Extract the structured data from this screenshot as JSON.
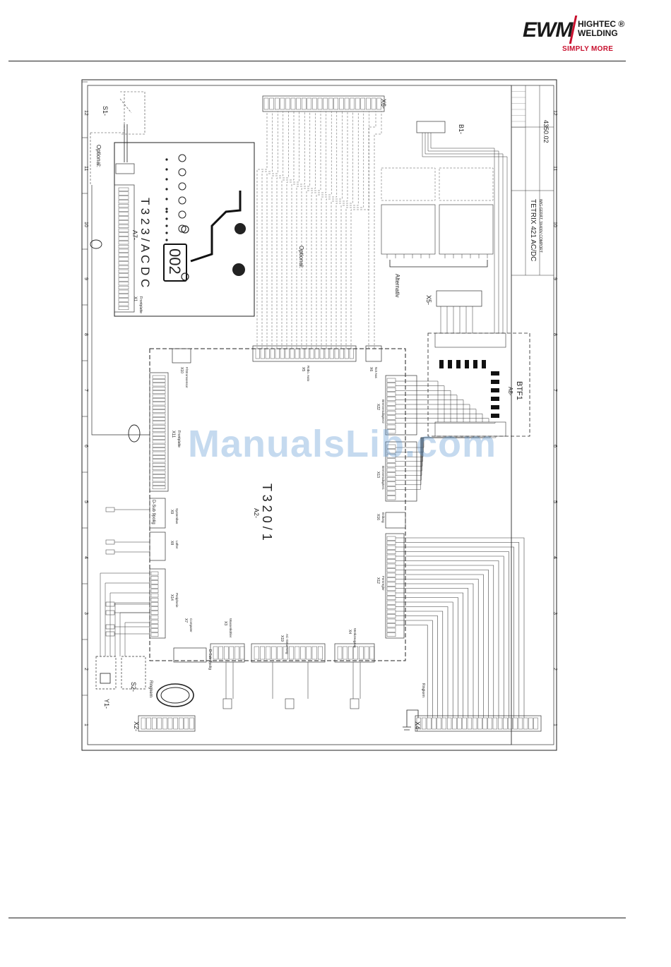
{
  "header": {
    "brand": "EWM",
    "brand_sub1": "HIGHTEC",
    "brand_sub2": "WELDING",
    "registered": "®",
    "tagline": "SIMPLY MORE"
  },
  "watermark": "ManualsLib.com",
  "title_block": {
    "drawing_number": "4350.02",
    "product": "TETRIX 421 AC/DC",
    "product_sub": "WIG-GERÄT, 3X400V COMPORT"
  },
  "labels": {
    "optional_top": "Optional:",
    "optional_mid": "Optional:",
    "alternativ": "Alternativ",
    "ringkern": "Ringkern",
    "a7": "A7-",
    "a7_model": "T 3 2 3 / A C D C",
    "a7_display": "002",
    "a2": "A2-",
    "a2_model": "T 3 2 0 / 1",
    "a8": "A8-",
    "btf1": "BTF1",
    "s1": "S1-",
    "s2": "S2-",
    "y1": "Y1-",
    "b1": "B1-",
    "x1": "X1",
    "x1_sub": "Frontplatte",
    "x11": "X11",
    "x11_sub": "Frontplatte",
    "x2": "X2-",
    "x4": "X4-",
    "x5": "X5-",
    "x6": "X6-",
    "x5c": "X5",
    "x5c_sub": "Robo. Auto",
    "x6c": "X6",
    "x6c_sub": "Not Aus",
    "x10": "X10",
    "x10_sub": "F/Stromsensor",
    "x9": "X9",
    "x9_sub": "Systembus",
    "x8": "X8",
    "x8_sub": "Lüfter",
    "x14": "X14",
    "x14_sub": "Peripherie",
    "x7": "X7",
    "x7_sub": "Computer",
    "x3": "X3",
    "x3_sub": "Wasserkühler",
    "x19": "X19",
    "x19_sub": "AC-Steuerung",
    "x4c": "X4",
    "x4c_sub": "Werkzeugzug",
    "x22": "X22",
    "x22_sub": "Brenneradapter2",
    "x13": "X13",
    "x13_sub": "Brenneradapter1",
    "x16": "X16",
    "x16_sub": "Erdung",
    "x12": "X12",
    "x12_sub": "Fernregler",
    "dsub9": "D-Sub 9polig"
  },
  "grid_numbers": [
    "1",
    "2",
    "3",
    "4",
    "5",
    "6",
    "7",
    "8",
    "9",
    "10",
    "11",
    "12"
  ]
}
